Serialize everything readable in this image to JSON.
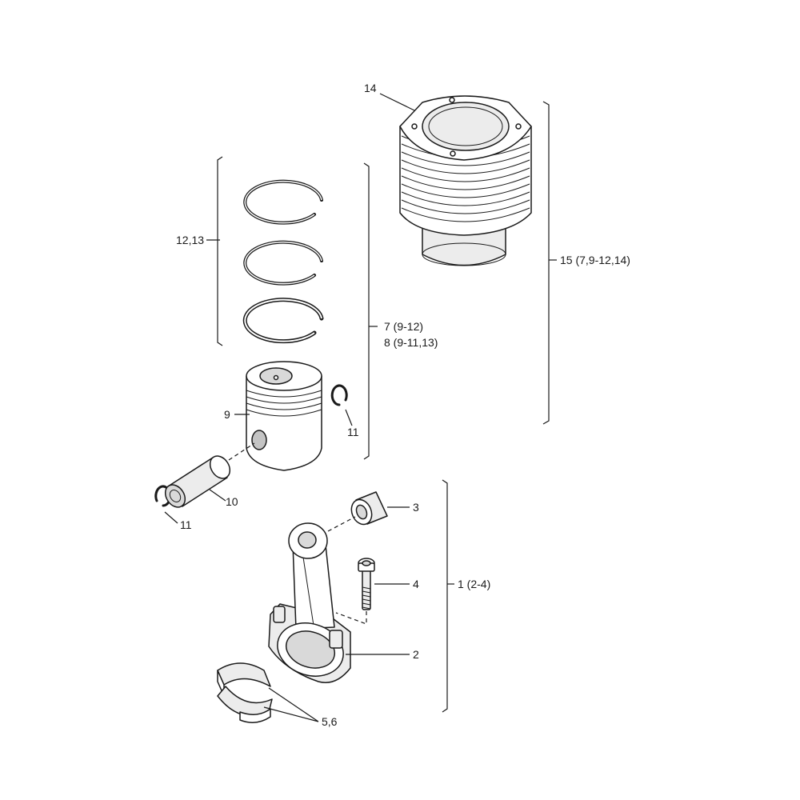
{
  "callouts": {
    "c14": "14",
    "c15": "15 (7,9-12,14)",
    "c12_13": "12,13",
    "c7": "7 (9-12)",
    "c8": "8 (9-11,13)",
    "c9": "9",
    "c11_piston": "11",
    "c10": "10",
    "c11_pin": "11",
    "c3": "3",
    "c4": "4",
    "c1": "1 (2-4)",
    "c2": "2",
    "c5_6": "5,6"
  },
  "parts": [
    {
      "id": "1",
      "name": "connecting-rod-assembly"
    },
    {
      "id": "2",
      "name": "connecting-rod"
    },
    {
      "id": "3",
      "name": "small-end-bushing"
    },
    {
      "id": "4",
      "name": "connecting-rod-bolt"
    },
    {
      "id": "5,6",
      "name": "big-end-bearing-shells"
    },
    {
      "id": "7",
      "name": "piston-assembly"
    },
    {
      "id": "8",
      "name": "piston-assembly"
    },
    {
      "id": "9",
      "name": "piston"
    },
    {
      "id": "10",
      "name": "piston-pin"
    },
    {
      "id": "11",
      "name": "circlip"
    },
    {
      "id": "12,13",
      "name": "piston-ring-set"
    },
    {
      "id": "14",
      "name": "cylinder"
    },
    {
      "id": "15",
      "name": "cylinder-kit"
    }
  ]
}
